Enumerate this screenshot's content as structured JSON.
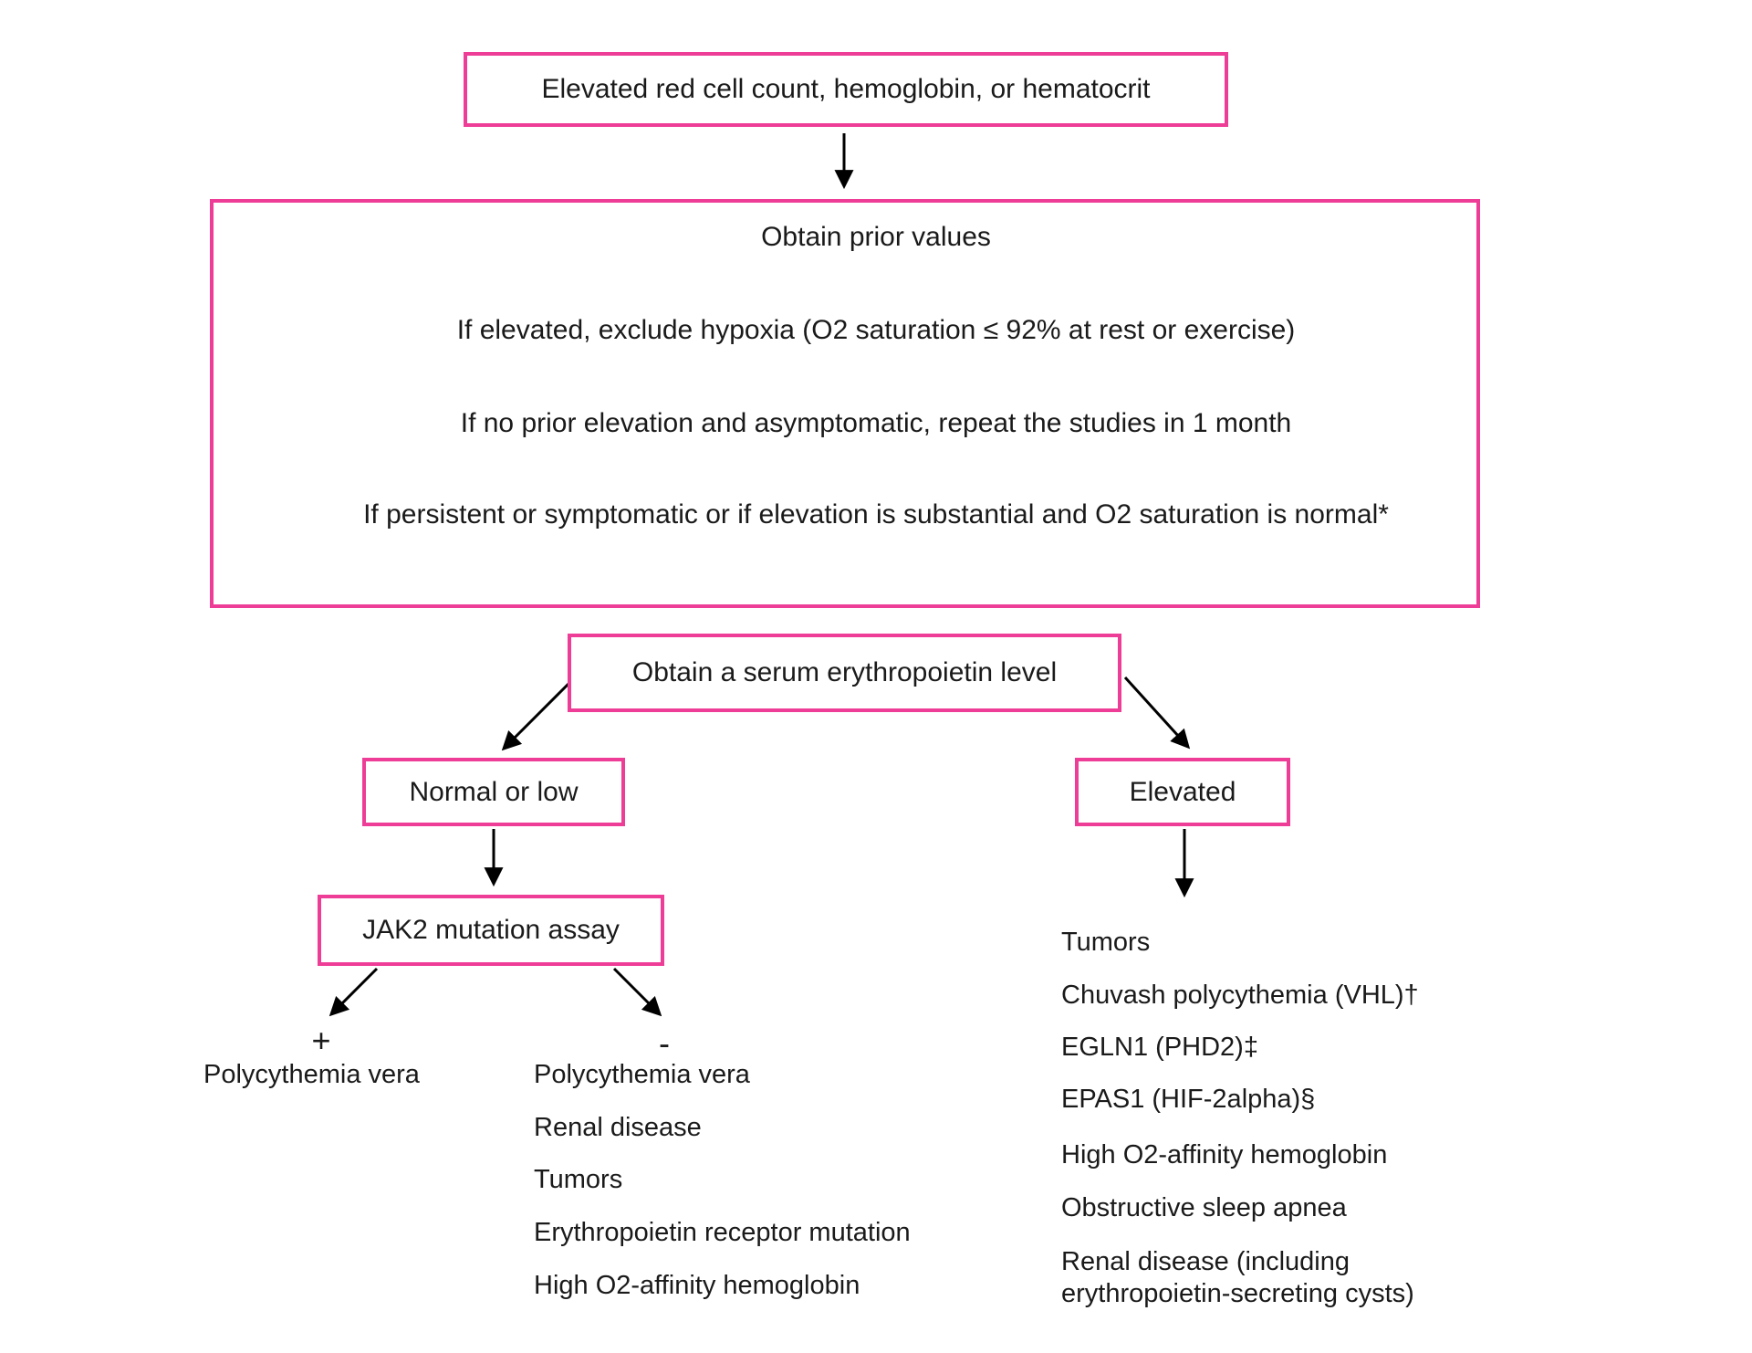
{
  "colors": {
    "accent": "#EE3D97",
    "text": "#1A1A1A",
    "arrow": "#000000"
  },
  "flowchart": {
    "top_box": "Elevated red cell count, hemoglobin, or hematocrit",
    "workup_box": {
      "steps": [
        "Obtain prior values",
        "If elevated, exclude hypoxia (O2 saturation ≤ 92% at rest or exercise)",
        "If no prior elevation and asymptomatic, repeat the studies in 1 month",
        "If persistent or symptomatic or if elevation is substantial and O2 saturation is normal*"
      ]
    },
    "epo_box": "Obtain a serum erythropoietin level",
    "normal_low_box": "Normal or low",
    "elevated_box": "Elevated",
    "jak2_box": "JAK2 mutation assay",
    "jak2_positive": {
      "label": "+",
      "diagnoses": [
        "Polycythemia vera"
      ]
    },
    "jak2_negative": {
      "label": "-",
      "diagnoses": [
        "Polycythemia vera",
        "Renal disease",
        "Tumors",
        "Erythropoietin receptor mutation",
        "High O2-affinity hemoglobin"
      ]
    },
    "elevated_epo_causes": [
      "Tumors",
      "Chuvash polycythemia (VHL)†",
      "EGLN1 (PHD2)‡",
      "EPAS1 (HIF-2alpha)§",
      "High O2-affinity hemoglobin",
      "Obstructive sleep apnea",
      "Renal disease (including erythropoietin-secreting cysts)"
    ]
  }
}
